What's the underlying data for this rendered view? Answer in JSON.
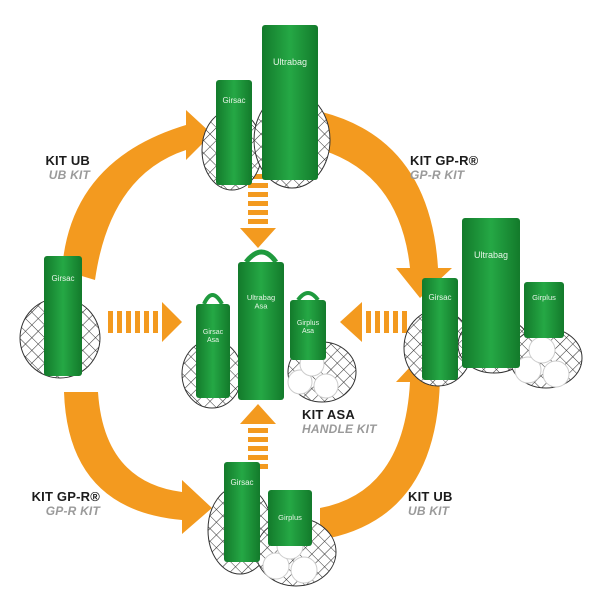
{
  "colors": {
    "arrow": "#f39a1f",
    "bag": "#1f9a3e",
    "bag_dark": "#137a2b",
    "net": "#333333"
  },
  "labels": {
    "kit_ub_top": {
      "main": "KIT UB",
      "sub": "UB KIT"
    },
    "kit_gpr_top": {
      "main": "KIT GP-R®",
      "sub": "GP-R KIT"
    },
    "kit_asa": {
      "main": "KIT ASA",
      "sub": "HANDLE KIT"
    },
    "kit_gpr_bottom": {
      "main": "KIT GP-R®",
      "sub": "GP-R KIT"
    },
    "kit_ub_bottom": {
      "main": "KIT UB",
      "sub": "UB KIT"
    }
  },
  "bags": {
    "girsac": "Girsac",
    "ultrabag": "Ultrabag",
    "girplus": "Girplus",
    "girsac_asa": "Girsac\nAsa",
    "ultrabag_asa": "Ultrabag\nAsa",
    "girplus_asa": "Girplus\nAsa"
  }
}
